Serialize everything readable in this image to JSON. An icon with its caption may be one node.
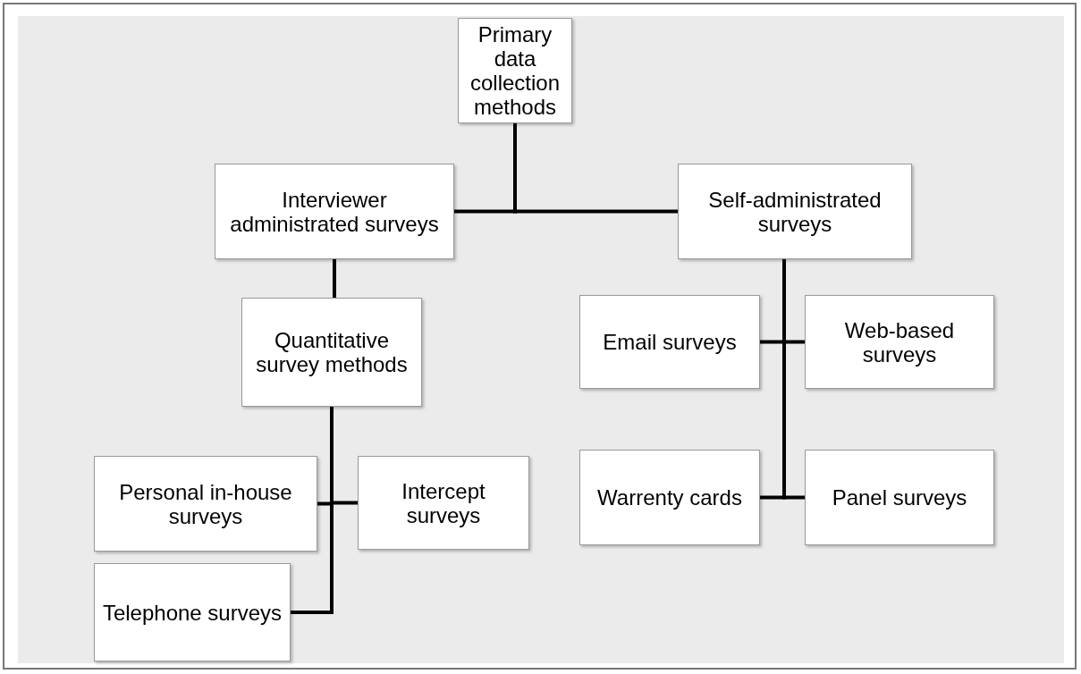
{
  "diagram": {
    "nodes": [
      {
        "text": [
          "Primary data collection methods"
        ]
      },
      {
        "text": [
          "Interviewer administrated surveys"
        ]
      },
      {
        "text": [
          "Self-administrated surveys"
        ]
      },
      {
        "text": [
          "Quantitative survey methods"
        ]
      },
      {
        "text": [
          "Email surveys"
        ]
      },
      {
        "text": [
          "Web-based surveys"
        ]
      },
      {
        "text": [
          "Personal in-house surveys"
        ]
      },
      {
        "text": [
          "Intercept surveys"
        ]
      },
      {
        "text": [
          "Warrenty cards"
        ]
      },
      {
        "text": [
          "Panel surveys"
        ]
      },
      {
        "text": [
          "Telephone surveys"
        ]
      }
    ],
    "edges": [
      {
        "from": 0,
        "to": 1,
        "arrow": "none"
      },
      {
        "from": 0,
        "to": 2,
        "arrow": "none"
      },
      {
        "from": 1,
        "to": 3,
        "arrow": "none"
      },
      {
        "from": 2,
        "to": 4,
        "arrow": "none"
      },
      {
        "from": 2,
        "to": 5,
        "arrow": "none"
      },
      {
        "from": 3,
        "to": 6,
        "arrow": "none"
      },
      {
        "from": 3,
        "to": 7,
        "arrow": "none"
      },
      {
        "from": 2,
        "to": 8,
        "arrow": "none"
      },
      {
        "from": 2,
        "to": 9,
        "arrow": "none"
      },
      {
        "from": 3,
        "to": 10,
        "arrow": "none"
      }
    ]
  }
}
